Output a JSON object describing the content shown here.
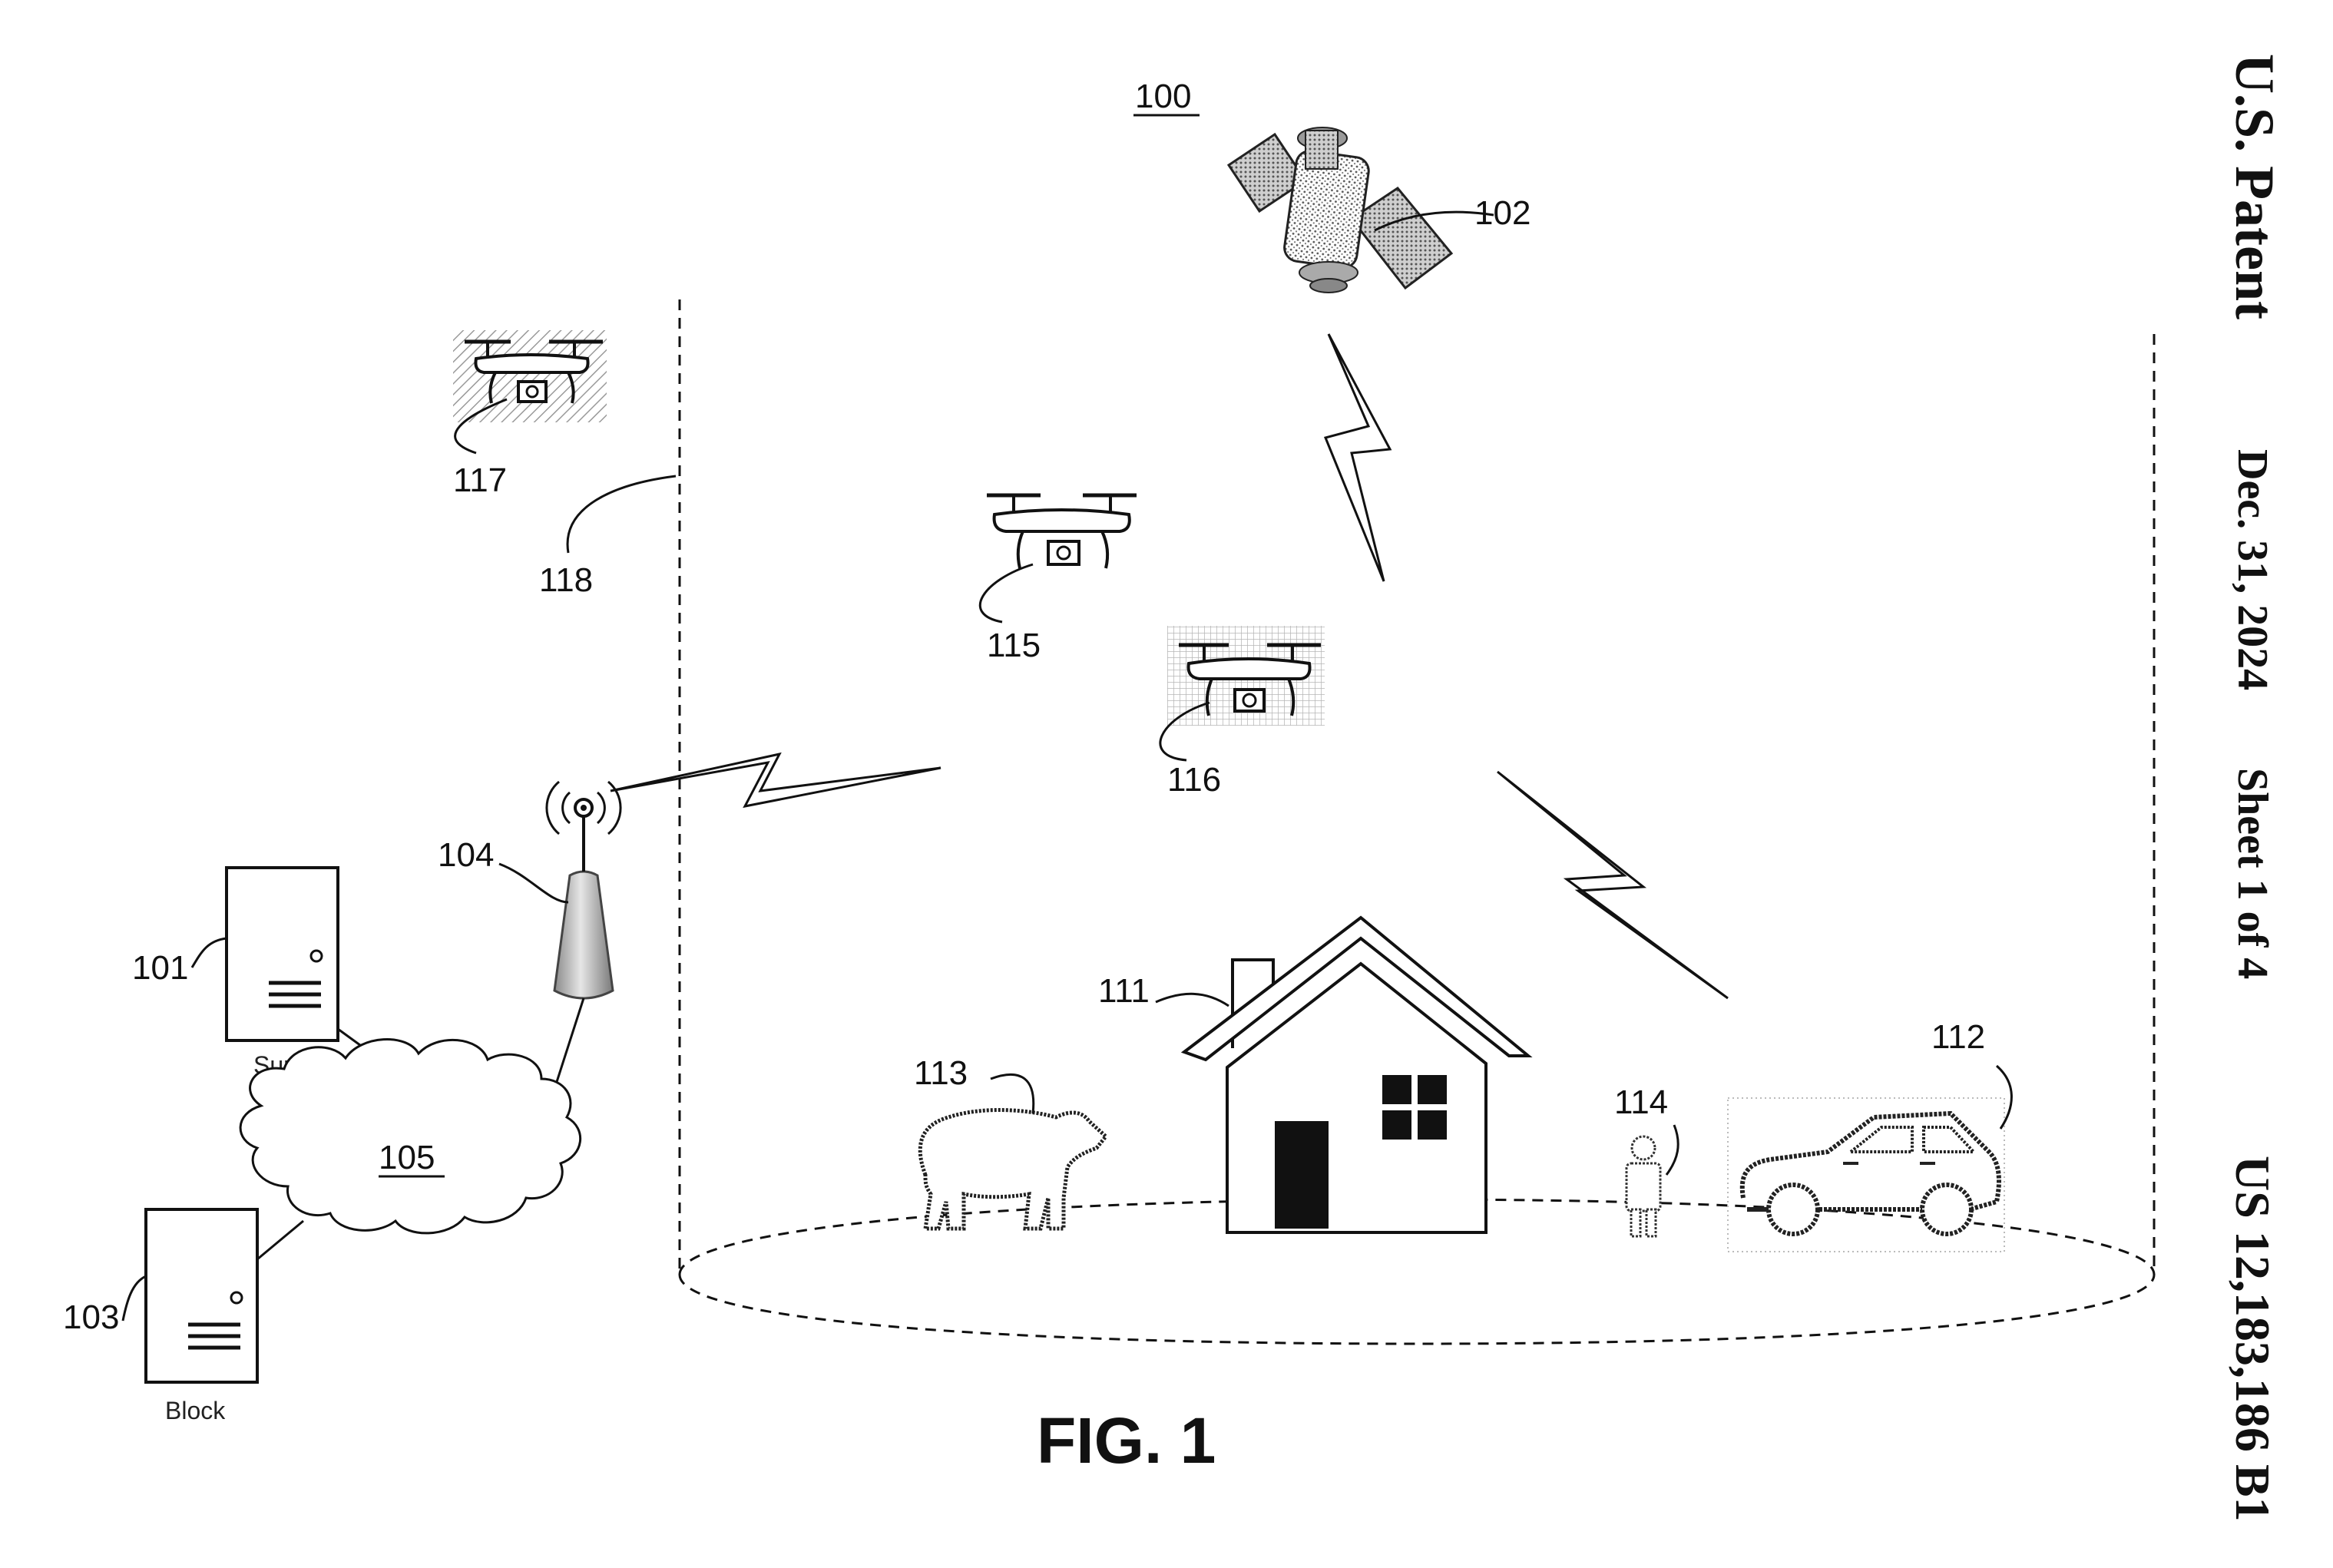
{
  "header": {
    "patent_label": "U.S. Patent",
    "date": "Dec. 31, 2024",
    "sheet": "Sheet 1 of 4",
    "patent_number": "US 12,183,186 B1"
  },
  "figure": {
    "caption": "FIG. 1",
    "system_ref": "100"
  },
  "refs": {
    "server_surv": "101",
    "satellite": "102",
    "server_block": "103",
    "tower": "104",
    "network": "105",
    "house": "111",
    "car": "112",
    "bear": "113",
    "person": "114",
    "drone_a": "115",
    "drone_b": "116",
    "drone_c": "117",
    "boundary": "118"
  },
  "server_labels": {
    "surv": "Surv",
    "block": "Block"
  },
  "colors": {
    "ink": "#111111",
    "background": "#ffffff"
  }
}
